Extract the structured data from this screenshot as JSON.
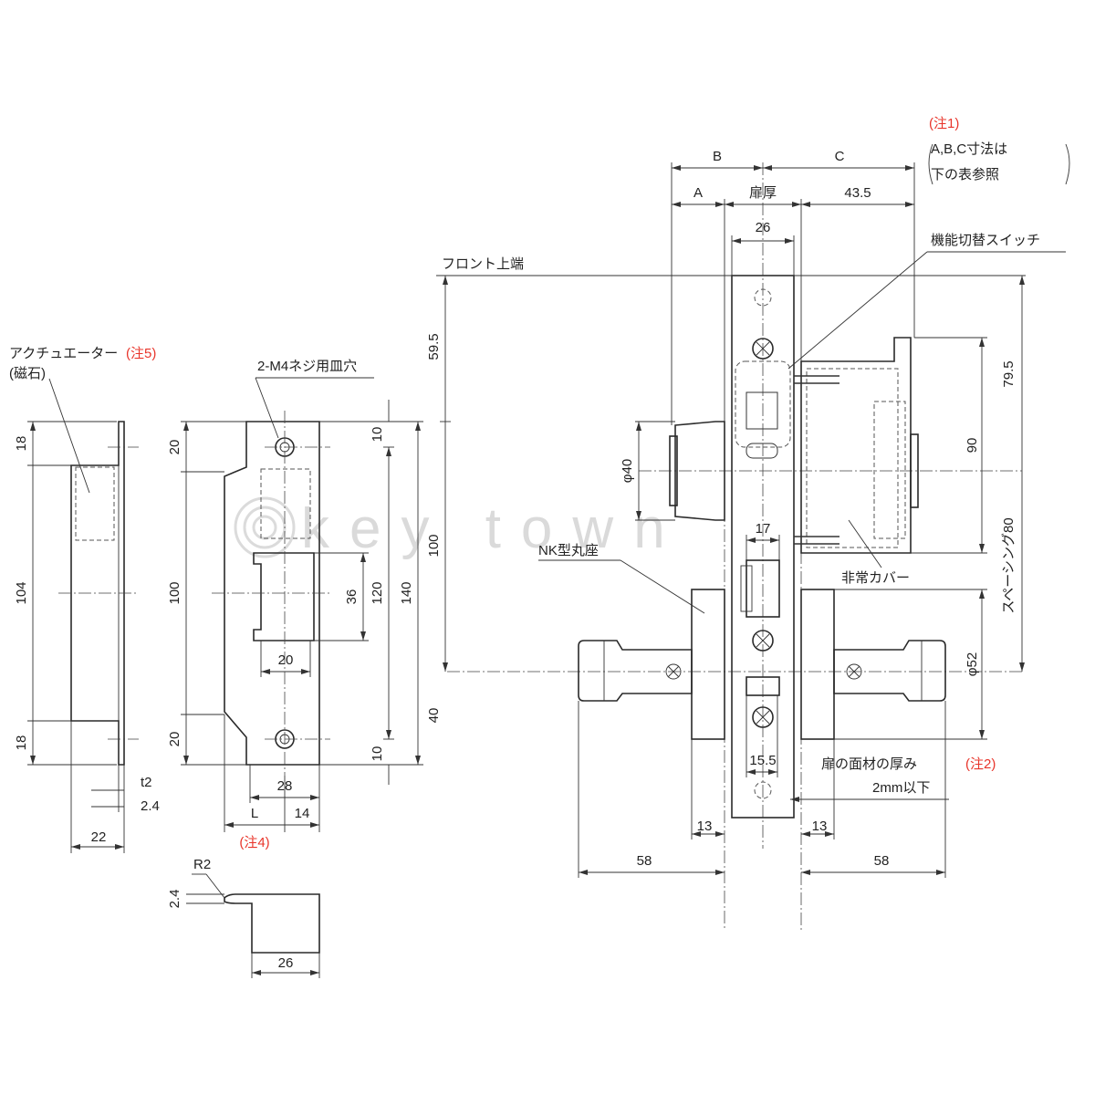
{
  "note1": {
    "marker": "(注1)",
    "line1": "A,B,C寸法は",
    "line2": "下の表参照"
  },
  "labels": {
    "actuator": "アクチュエーター",
    "actuator_note": "(注5)",
    "magnet": "(磁石)",
    "screw_holes": "2-M4ネジ用皿穴",
    "front_top": "フロント上端",
    "switch": "機能切替スイッチ",
    "nk_rosette": "NK型丸座",
    "emergency_cover": "非常カバー",
    "face_thickness": "扉の面材の厚み",
    "face_thickness_note": "(注2)",
    "face_limit": "2mm以下",
    "note4": "(注4)",
    "spacing": "スペーシング80",
    "watermark": "key town"
  },
  "dims": {
    "B": "B",
    "C": "C",
    "A": "A",
    "door": "扉厚",
    "d43_5": "43.5",
    "d26_top": "26",
    "d59_5": "59.5",
    "d79_5": "79.5",
    "d90": "90",
    "phi40": "φ40",
    "phi52": "φ52",
    "d17": "17",
    "d15_5": "15.5",
    "d13_left": "13",
    "d13_right": "13",
    "d58_left": "58",
    "d58_right": "58",
    "d18_top": "18",
    "d104": "104",
    "d18_bot": "18",
    "t2": "t2",
    "d2_4_a": "2.4",
    "d22": "22",
    "d20_top": "20",
    "d100_a": "100",
    "d20_bot": "20",
    "d10_top": "10",
    "d10_bot": "10",
    "d36": "36",
    "d20_w": "20",
    "d120": "120",
    "d140": "140",
    "d28": "28",
    "L": "L",
    "d14": "14",
    "d100_b": "100",
    "d40": "40",
    "R2": "R2",
    "d2_4_b": "2.4",
    "d26_bot": "26"
  }
}
